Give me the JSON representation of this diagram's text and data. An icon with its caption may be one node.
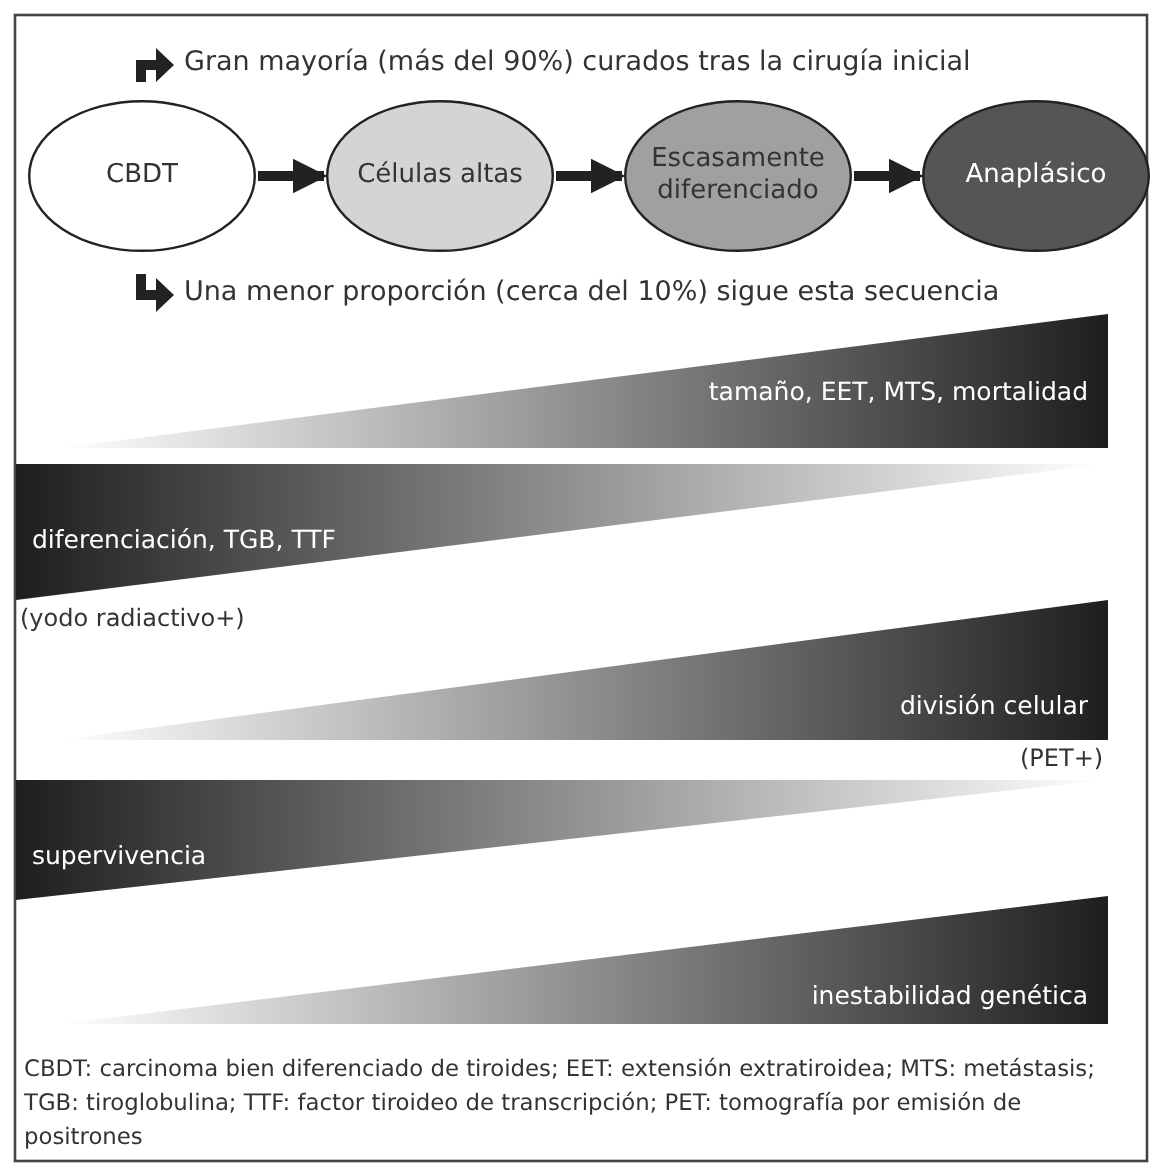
{
  "diagram": {
    "nodes": [
      {
        "text": [
          "CBDT"
        ]
      },
      {
        "text": [
          "Células altas"
        ]
      },
      {
        "text": [
          "Escasamente diferenciado"
        ]
      },
      {
        "text": [
          "Anaplásico"
        ]
      },
      {
        "text": [
          "tamaño, EET, MTS, mortalidad"
        ]
      },
      {
        "text": [
          "diferenciación, TGB, TTF"
        ],
        "beside": [
          "(yodo radiactivo+)"
        ]
      },
      {
        "text": [
          "división celular"
        ],
        "beside": [
          "(PET+)"
        ]
      },
      {
        "text": [
          "supervivencia"
        ]
      },
      {
        "text": [
          "inestabilidad genética"
        ]
      }
    ],
    "edges": [
      {
        "from": 0,
        "to": 1,
        "arrow": "to"
      },
      {
        "from": 1,
        "to": 2,
        "arrow": "to"
      },
      {
        "from": 2,
        "to": 3,
        "arrow": "to"
      }
    ],
    "labels": [
      "Gran mayoría (más del 90%) curados tras la cirugía inicial",
      "Una menor proporción (cerca del 10%) sigue esta secuencia",
      "CBDT: carcinoma bien diferenciado de tiroides; EET: extensión extratiroidea; MTS: metástasis; TGB: tiroglobulina; TTF: factor tiroideo de transcripción; PET: tomografía por emisión de positrones"
    ]
  }
}
